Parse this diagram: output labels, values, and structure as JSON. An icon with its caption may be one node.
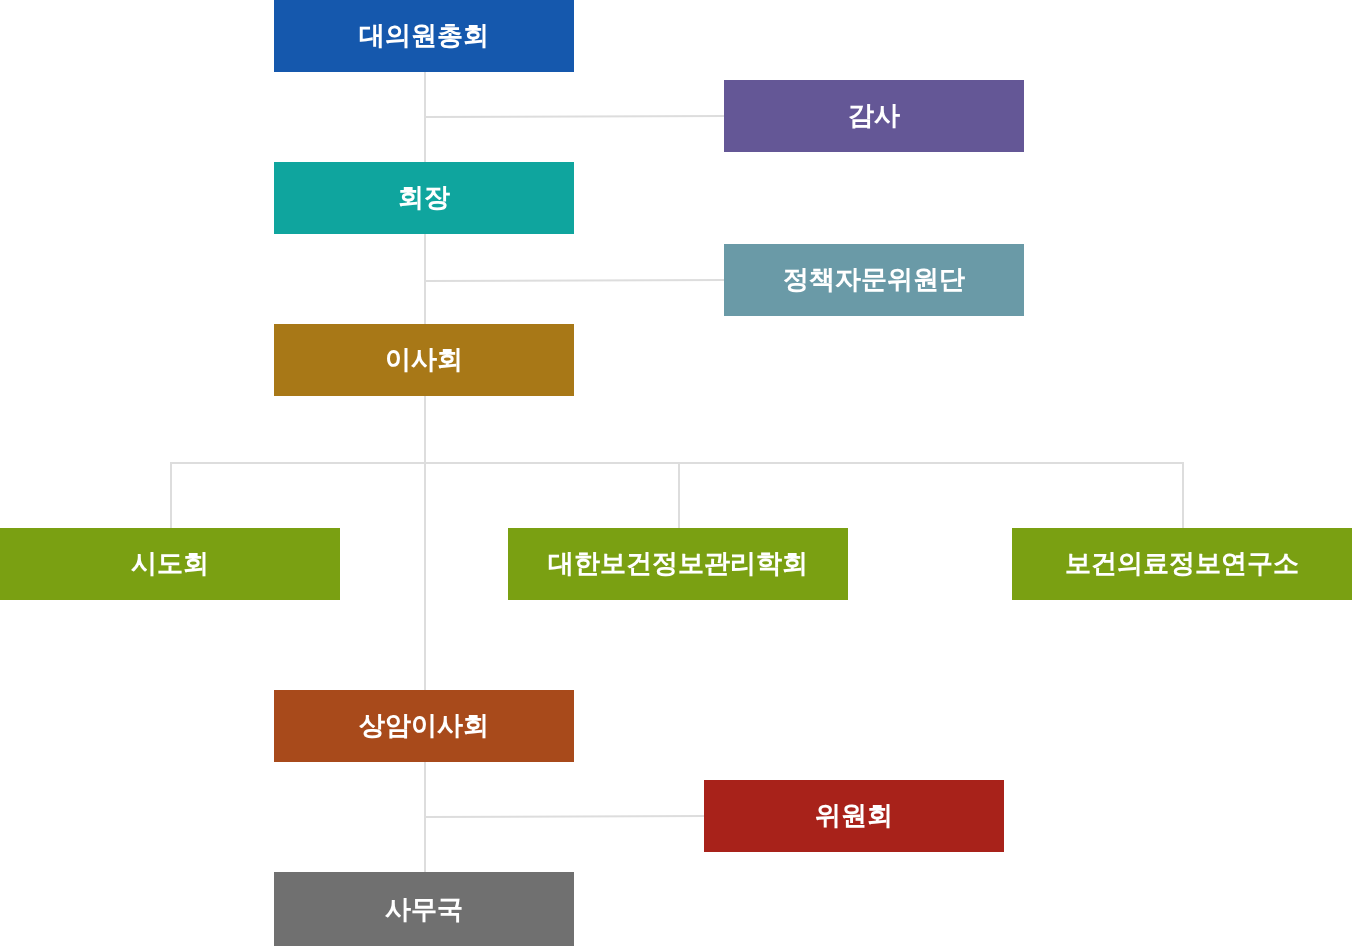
{
  "diagram": {
    "nodes": [
      {
        "text": [
          "대의원총회"
        ]
      },
      {
        "text": [
          "감사"
        ]
      },
      {
        "text": [
          "회장"
        ]
      },
      {
        "text": [
          "정책자문위원단"
        ]
      },
      {
        "text": [
          "이사회"
        ]
      },
      {
        "text": [
          "시도회"
        ]
      },
      {
        "text": [
          "대한보건정보관리학회"
        ]
      },
      {
        "text": [
          "보건의료정보연구소"
        ]
      },
      {
        "text": [
          "상암이사회"
        ]
      },
      {
        "text": [
          "위원회"
        ]
      },
      {
        "text": [
          "사무국"
        ]
      }
    ],
    "edges": [
      {
        "from": 0,
        "to": 1,
        "arrow": "none"
      },
      {
        "from": 0,
        "to": 2,
        "arrow": "none"
      },
      {
        "from": 2,
        "to": 3,
        "arrow": "none"
      },
      {
        "from": 2,
        "to": 4,
        "arrow": "none"
      },
      {
        "from": 4,
        "to": 5,
        "arrow": "none"
      },
      {
        "from": 4,
        "to": 6,
        "arrow": "none"
      },
      {
        "from": 4,
        "to": 7,
        "arrow": "none"
      },
      {
        "from": 4,
        "to": 8,
        "arrow": "none"
      },
      {
        "from": 8,
        "to": 9,
        "arrow": "none"
      },
      {
        "from": 8,
        "to": 10,
        "arrow": "none"
      }
    ]
  }
}
